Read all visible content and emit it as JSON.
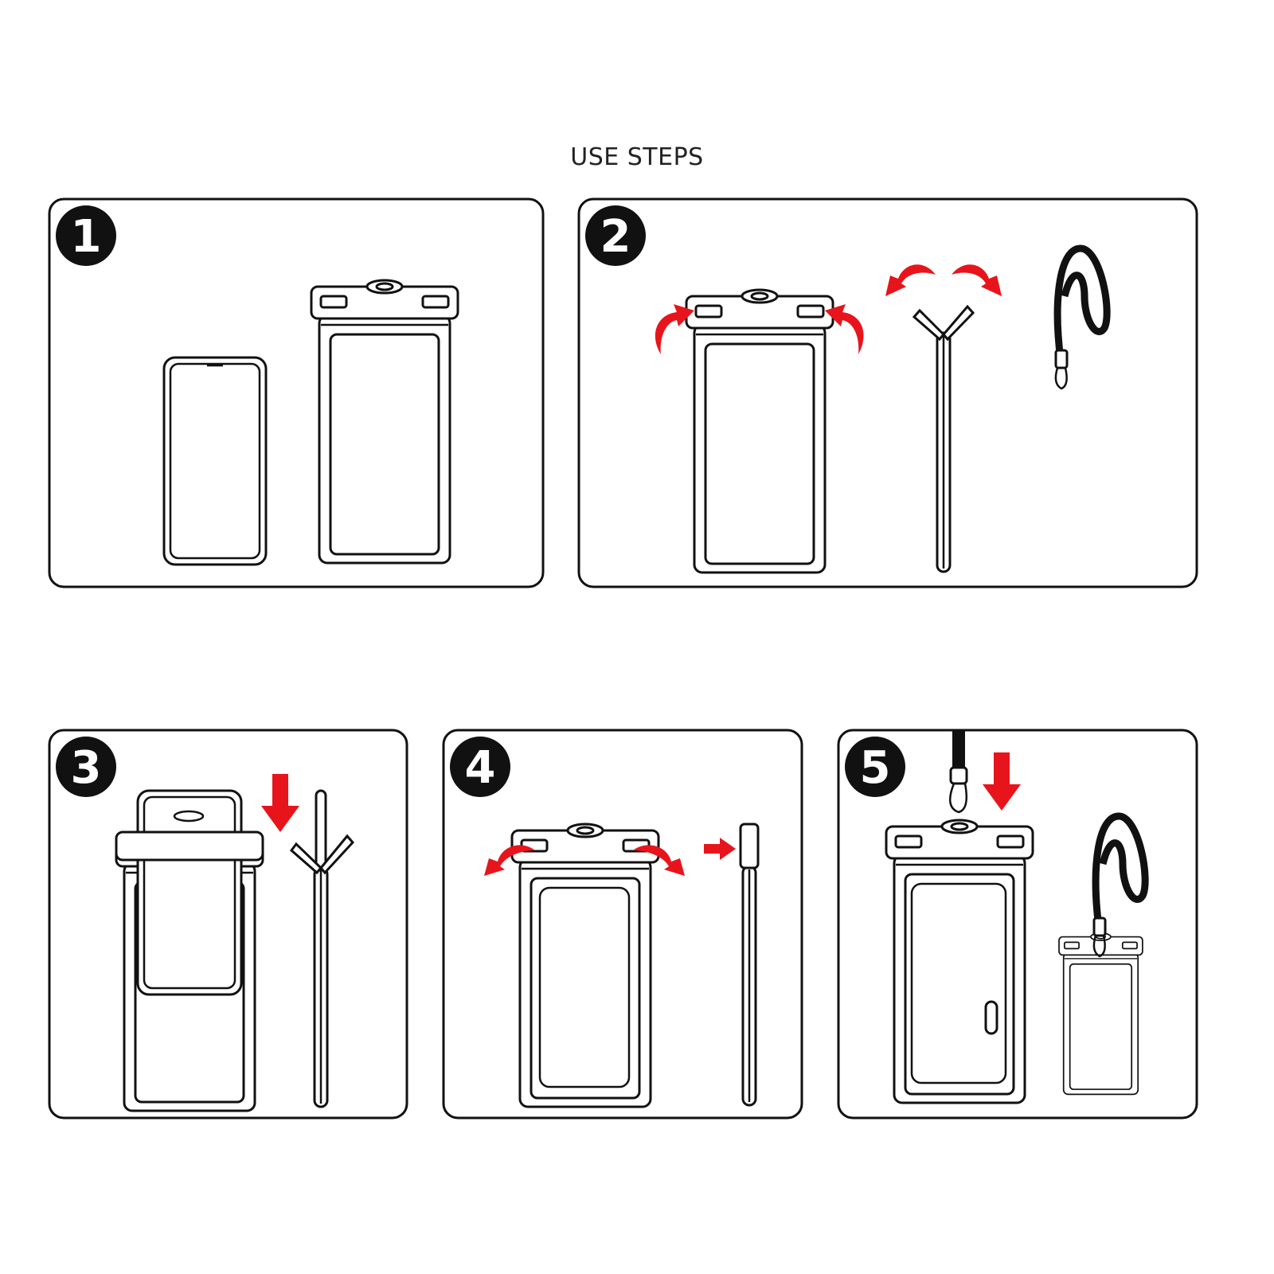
{
  "title": "USE STEPS",
  "steps": [
    {
      "number": "1"
    },
    {
      "number": "2"
    },
    {
      "number": "3"
    },
    {
      "number": "4"
    },
    {
      "number": "5"
    }
  ],
  "colors": {
    "arrow": "#e8141c",
    "line": "#111111",
    "background": "#ffffff"
  }
}
